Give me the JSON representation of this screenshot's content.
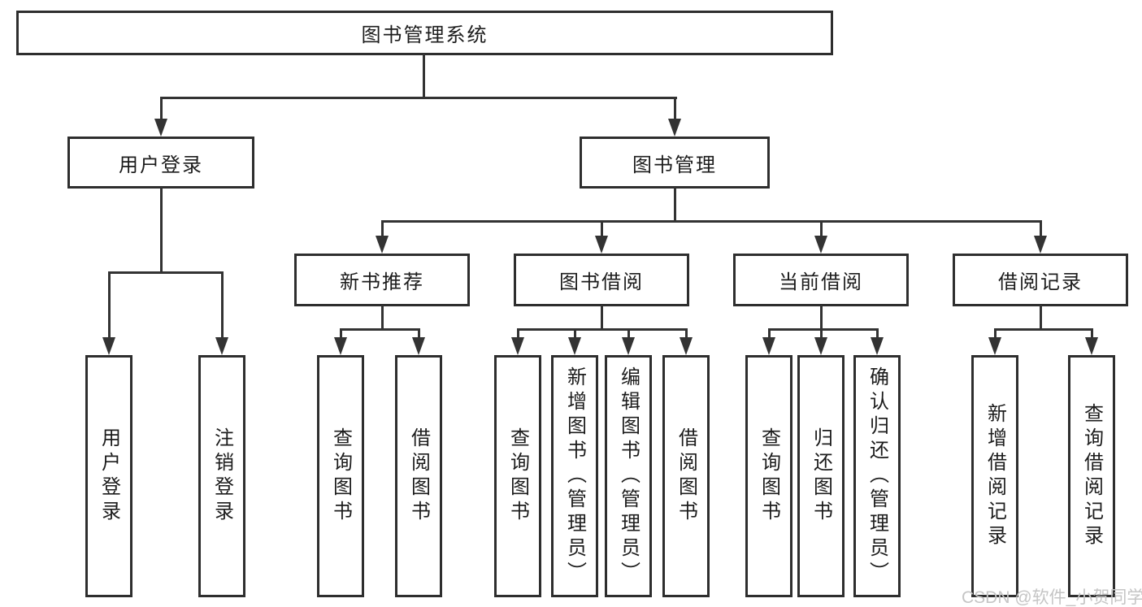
{
  "colors": {
    "background": "#ffffff",
    "line": "#333333",
    "box_border": "#2e2e2e",
    "text": "#1c1c1c",
    "watermark": "#c5c5c5"
  },
  "diagram": {
    "root": {
      "label": "图书管理系统"
    },
    "branches": [
      {
        "label": "用户登录",
        "children": [
          {
            "label": "用户登录"
          },
          {
            "label": "注销登录"
          }
        ]
      },
      {
        "label": "图书管理",
        "children": [
          {
            "label": "新书推荐",
            "children": [
              {
                "label": "查询图书"
              },
              {
                "label": "借阅图书"
              }
            ]
          },
          {
            "label": "图书借阅",
            "children": [
              {
                "label": "查询图书"
              },
              {
                "label": "新增图书（管理员）"
              },
              {
                "label": "编辑图书（管理员）"
              },
              {
                "label": "借阅图书"
              }
            ]
          },
          {
            "label": "当前借阅",
            "children": [
              {
                "label": "查询图书"
              },
              {
                "label": "归还图书"
              },
              {
                "label": "确认归还（管理员）"
              }
            ]
          },
          {
            "label": "借阅记录",
            "children": [
              {
                "label": "新增借阅记录"
              },
              {
                "label": "查询借阅记录"
              }
            ]
          }
        ]
      }
    ]
  },
  "watermark": {
    "text": "CSDN @软件_小贺同学"
  }
}
